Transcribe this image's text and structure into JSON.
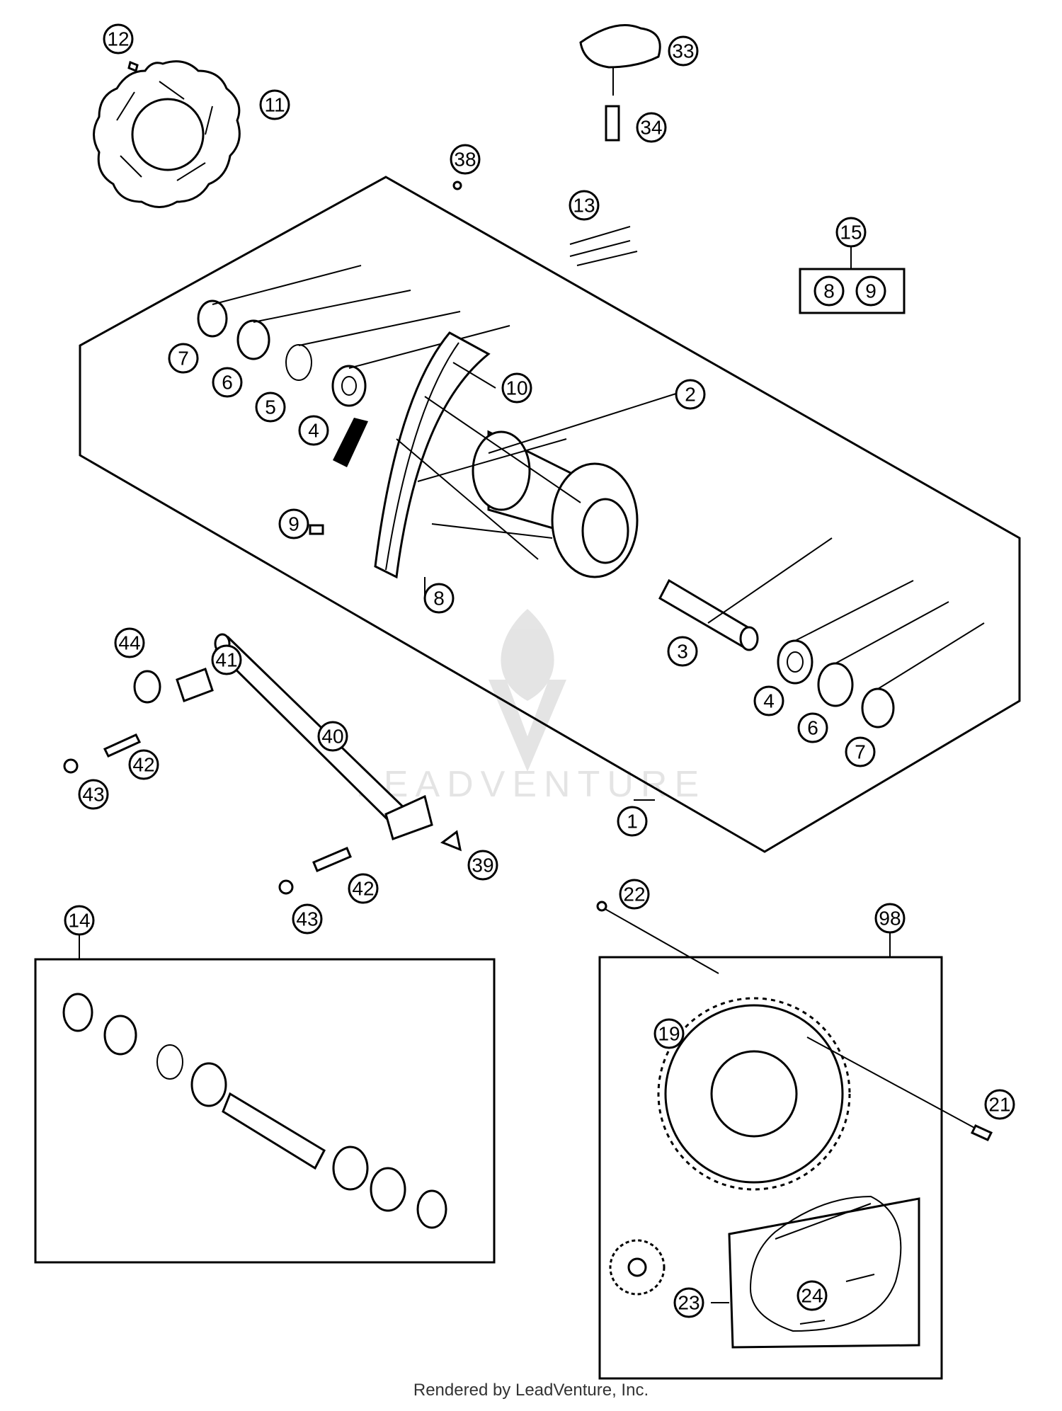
{
  "callouts": [
    {
      "num": "1"
    },
    {
      "num": "2"
    },
    {
      "num": "3"
    },
    {
      "num": "4"
    },
    {
      "num": "4"
    },
    {
      "num": "5"
    },
    {
      "num": "6"
    },
    {
      "num": "6"
    },
    {
      "num": "7"
    },
    {
      "num": "7"
    },
    {
      "num": "8"
    },
    {
      "num": "9"
    },
    {
      "num": "10"
    },
    {
      "num": "11"
    },
    {
      "num": "12"
    },
    {
      "num": "13"
    },
    {
      "num": "14"
    },
    {
      "num": "15"
    },
    {
      "num": "19"
    },
    {
      "num": "21"
    },
    {
      "num": "22"
    },
    {
      "num": "23"
    },
    {
      "num": "24"
    },
    {
      "num": "33"
    },
    {
      "num": "34"
    },
    {
      "num": "38"
    },
    {
      "num": "39"
    },
    {
      "num": "40"
    },
    {
      "num": "41"
    },
    {
      "num": "42"
    },
    {
      "num": "42"
    },
    {
      "num": "43"
    },
    {
      "num": "43"
    },
    {
      "num": "44"
    },
    {
      "num": "98"
    }
  ],
  "kit15_contents": [
    "8",
    "9"
  ],
  "watermark": "LEADVENTURE",
  "footer": "Rendered by LeadVenture, Inc."
}
